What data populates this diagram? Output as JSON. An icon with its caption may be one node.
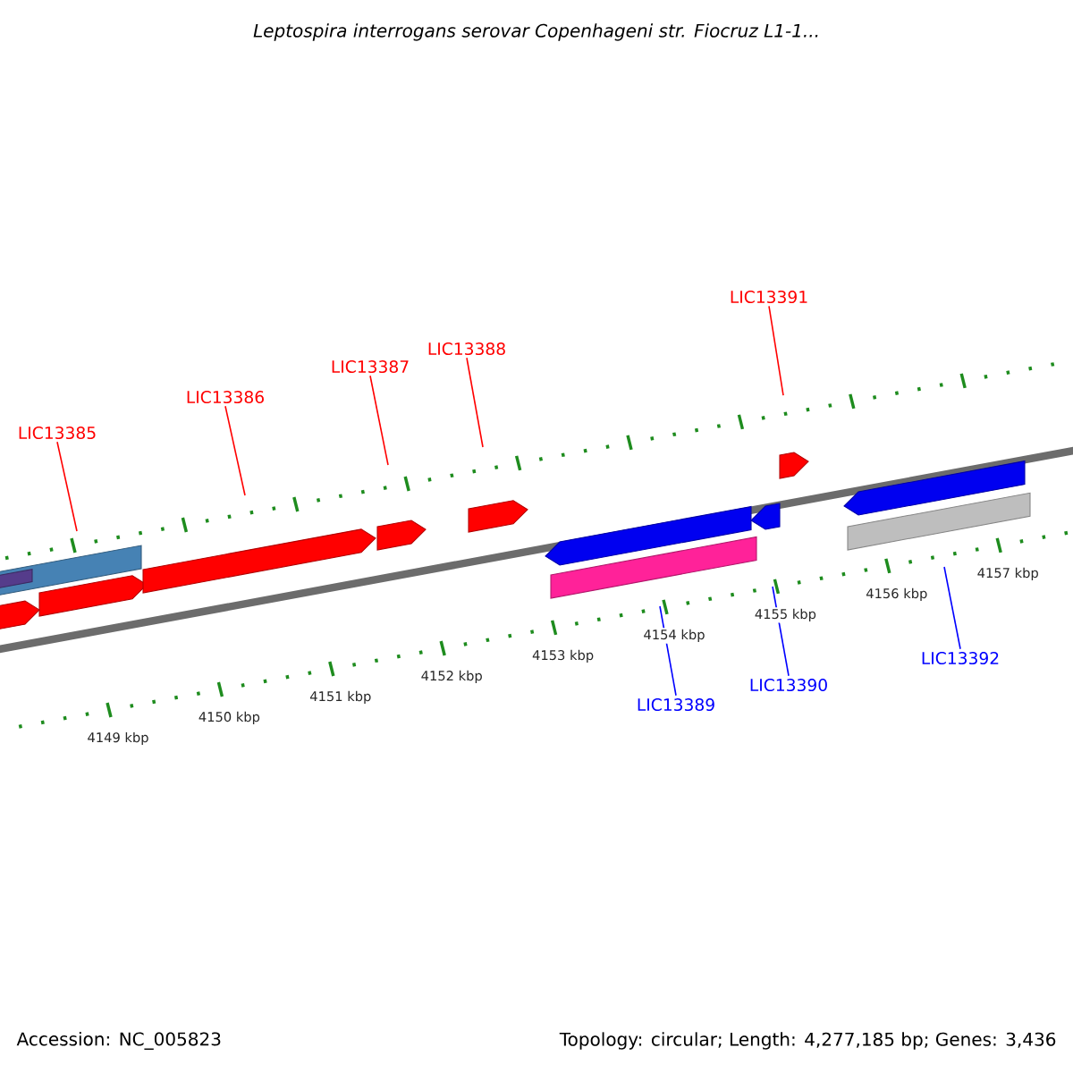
{
  "diagram": {
    "title": "Leptospira interrogans serovar Copenhageni str. Fiocruz L1-1...",
    "nodes": [
      {
        "text": [
          "LIC13385"
        ]
      },
      {
        "text": [
          "LIC13386"
        ]
      },
      {
        "text": [
          "LIC13387"
        ]
      },
      {
        "text": [
          "LIC13388"
        ]
      },
      {
        "text": [
          "LIC13389"
        ]
      },
      {
        "text": [
          "LIC13390"
        ]
      },
      {
        "text": [
          "LIC13391"
        ]
      },
      {
        "text": [
          "LIC13392"
        ]
      }
    ],
    "edges": [
      {
        "from": 0,
        "to": null,
        "arrow": "none"
      },
      {
        "from": 1,
        "to": null,
        "arrow": "none"
      },
      {
        "from": 2,
        "to": null,
        "arrow": "none"
      },
      {
        "from": 3,
        "to": null,
        "arrow": "none"
      },
      {
        "from": 4,
        "to": null,
        "arrow": "none",
        "color": "#0000ff"
      },
      {
        "from": 5,
        "to": null,
        "arrow": "none",
        "color": "#0000ff"
      },
      {
        "from": 6,
        "to": null,
        "arrow": "none"
      },
      {
        "from": 7,
        "to": null,
        "arrow": "none",
        "color": "#0000ff"
      }
    ],
    "labels": [
      "4149 kbp",
      "4150 kbp",
      "4151 kbp",
      "4152 kbp",
      "4153 kbp",
      "4154 kbp",
      "4155 kbp",
      "4156 kbp",
      "4157 kbp",
      "Accession: NC_005823",
      "Topology: circular; Length: 4,277,185 bp; Genes: 3,436"
    ]
  }
}
